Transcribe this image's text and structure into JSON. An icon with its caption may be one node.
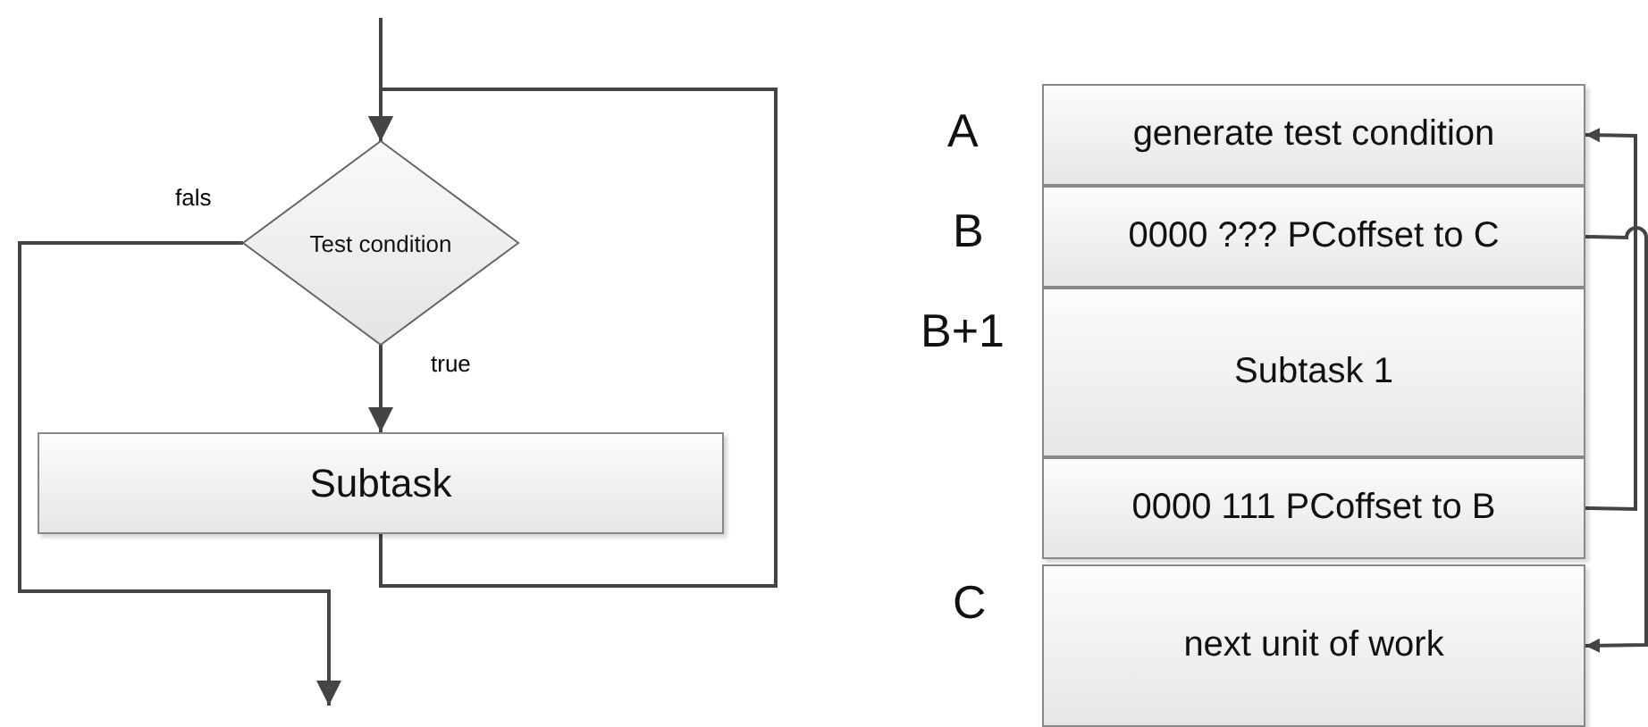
{
  "diagram": {
    "nodes": [
      {
        "text": [
          "Test condition"
        ]
      },
      {
        "text": [
          "Subtask"
        ]
      },
      {
        "text": [
          "generate test condition"
        ],
        "beside": [
          "A"
        ]
      },
      {
        "text": [
          "0000 ??? PCoffset to C"
        ],
        "beside": [
          "B"
        ]
      },
      {
        "text": [
          "Subtask 1"
        ],
        "beside": [
          "B+1"
        ]
      },
      {
        "text": [
          "0000 111 PCoffset to B"
        ]
      },
      {
        "text": [
          "next unit of work"
        ],
        "beside": [
          "C"
        ]
      }
    ],
    "edges": [
      {
        "from": null,
        "to": 0,
        "arrow": "to"
      },
      {
        "from": 0,
        "to": 1,
        "label": "true",
        "arrow": "to"
      },
      {
        "from": 1,
        "to": 0,
        "arrow": "to"
      },
      {
        "from": 0,
        "to": null,
        "label": "fals",
        "arrow": "to"
      },
      {
        "from": 5,
        "to": 2,
        "arrow": "to"
      },
      {
        "from": 3,
        "to": 6,
        "arrow": "to"
      }
    ]
  }
}
